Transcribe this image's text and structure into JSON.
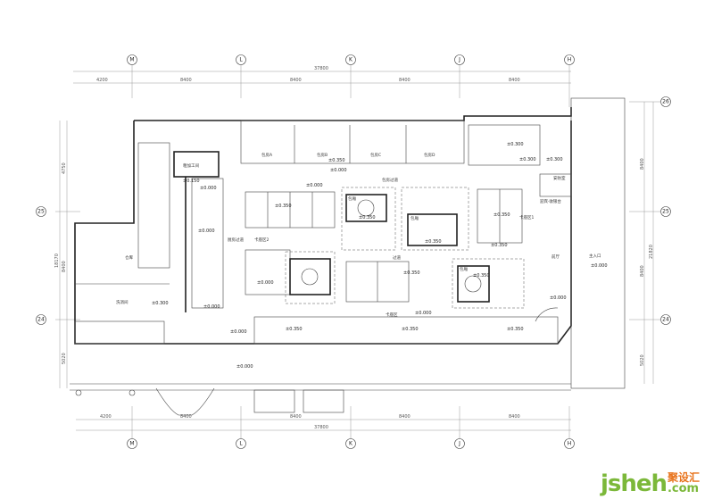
{
  "grid_columns": [
    "M",
    "L",
    "K",
    "J",
    "H"
  ],
  "grid_rows_right": [
    "26",
    "25",
    "24"
  ],
  "grid_rows_left": [
    "25",
    "24"
  ],
  "dimensions": {
    "top_total": "37800",
    "top_segments": [
      "4200",
      "8400",
      "8400",
      "8400",
      "8400"
    ],
    "bottom_total": "37800",
    "bottom_segments": [
      "4200",
      "8400",
      "8400",
      "8400",
      "8400"
    ],
    "left_segments": [
      "4750",
      "8400",
      "5020"
    ],
    "left_total": "18170",
    "right_segments": [
      "8400",
      "8400",
      "5020"
    ],
    "right_total": "21820"
  },
  "rooms": [
    "包房A",
    "包房B",
    "包房C",
    "包房D",
    "包房过道",
    "厨房过道",
    "仓库",
    "洗消间",
    "粗加工间",
    "安防室",
    "迎宾·收银台",
    "前厅",
    "主入口",
    "卡座区1",
    "卡座区",
    "过道",
    "包厢",
    "包厢",
    "包厢",
    "卡座区2"
  ],
  "levels": [
    "±0.350",
    "±0.000",
    "±0.000",
    "±0.300",
    "±0.300",
    "±0.300",
    "±0.350",
    "±0.350",
    "±0.350",
    "±0.350",
    "±0.350",
    "±0.150",
    "±0.000",
    "±0.000",
    "±0.000",
    "±0.300",
    "±0.000",
    "±0.000",
    "±0.350",
    "±0.350",
    "±0.000",
    "±0.350",
    "±0.350",
    "±0.350",
    "±0.000",
    "±0.000",
    "±0.000"
  ],
  "logo": {
    "en": "jsheh",
    "com": ".com",
    "cn": "聚设汇"
  },
  "colors": {
    "logo_green": "#7cb83a",
    "logo_orange": "#e8731c"
  }
}
